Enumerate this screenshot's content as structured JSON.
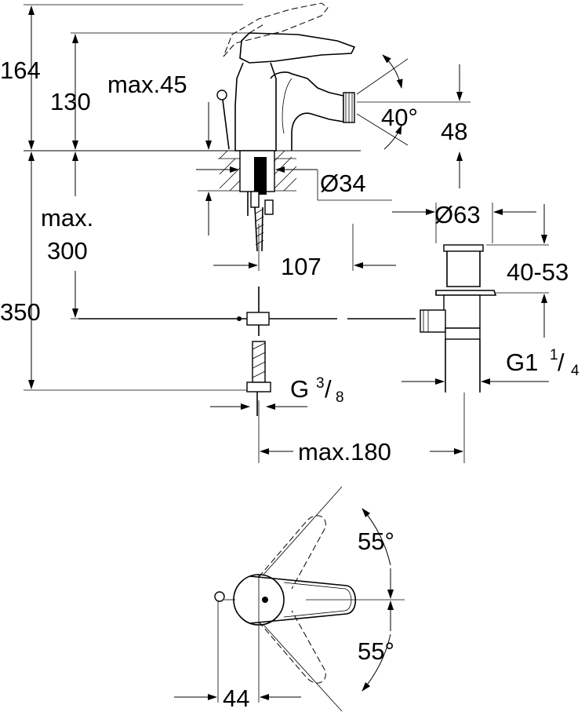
{
  "dimensions": {
    "height_total": "164",
    "height_spout": "130",
    "max_thickness": "max.45",
    "spout_angle": "40°",
    "spout_offset": "48",
    "mount_hole": "Ø34",
    "waste_diameter": "Ø63",
    "max_below": "max.",
    "max_below_value": "300",
    "spacing": "107",
    "waste_range": "40-53",
    "overall_height": "350",
    "waste_thread_main": "G1",
    "waste_thread_num": "1",
    "waste_thread_den": "4",
    "supply_thread_main": "G",
    "supply_thread_num": "3",
    "supply_thread_den": "8",
    "max_reach": "max.180",
    "lever_angle_top": "55°",
    "lever_angle_bottom": "55°",
    "plan_offset": "44"
  }
}
